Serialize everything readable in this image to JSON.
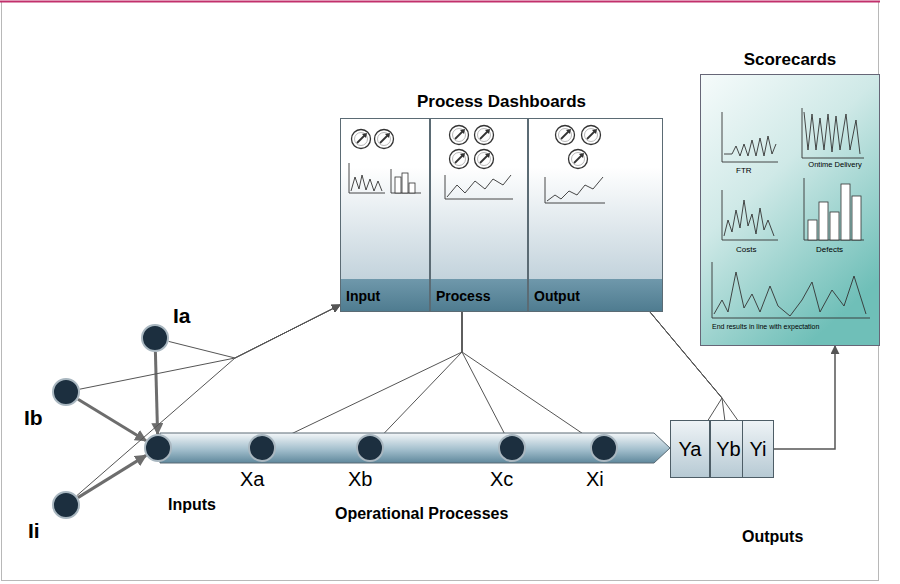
{
  "diagram": {
    "title": "Process Dashboards",
    "nodes": [
      {
        "text": [
          "Ia"
        ]
      },
      {
        "text": [
          "Ib"
        ]
      },
      {
        "text": [
          "Ii"
        ]
      },
      {
        "text": [
          "Inputs"
        ]
      },
      {
        "text": [
          "Operational Processes"
        ]
      },
      {
        "text": [
          "Xa"
        ],
        "in": 4
      },
      {
        "text": [
          "Xb"
        ],
        "in": 4
      },
      {
        "text": [
          "Xc"
        ],
        "in": 4
      },
      {
        "text": [
          "Xi"
        ],
        "in": 4
      },
      {
        "text": [
          "Ya"
        ]
      },
      {
        "text": [
          "Yb"
        ]
      },
      {
        "text": [
          "Yi"
        ]
      },
      {
        "text": []
      },
      {
        "text": [
          "Input"
        ],
        "in": 12
      },
      {
        "text": [
          "Process"
        ],
        "in": 12
      },
      {
        "text": [
          "Output"
        ],
        "in": 12
      },
      {
        "text": [
          "Scorecards"
        ]
      }
    ],
    "edges": [
      {
        "from": 0,
        "to": 3,
        "arrow": "to"
      },
      {
        "from": 1,
        "to": 3,
        "arrow": "to"
      },
      {
        "from": 2,
        "to": 3,
        "arrow": "to"
      },
      {
        "from": 0,
        "to": 13,
        "arrow": "to"
      },
      {
        "from": 1,
        "to": 13,
        "arrow": "to"
      },
      {
        "from": 2,
        "to": 13,
        "arrow": "to"
      },
      {
        "from": 5,
        "to": 14,
        "arrow": "none"
      },
      {
        "from": 6,
        "to": 14,
        "arrow": "none"
      },
      {
        "from": 7,
        "to": 14,
        "arrow": "none"
      },
      {
        "from": 8,
        "to": 14,
        "arrow": "none"
      },
      {
        "from": 9,
        "to": 15,
        "arrow": "none"
      },
      {
        "from": 10,
        "to": 15,
        "arrow": "none"
      },
      {
        "from": 11,
        "to": 15,
        "arrow": "none"
      },
      {
        "from": 11,
        "to": 16,
        "arrow": "to"
      }
    ],
    "labels": [
      "FTR",
      "Ontime Delivery",
      "Costs",
      "Defects",
      "End results in line with expectation",
      "Outputs"
    ]
  }
}
